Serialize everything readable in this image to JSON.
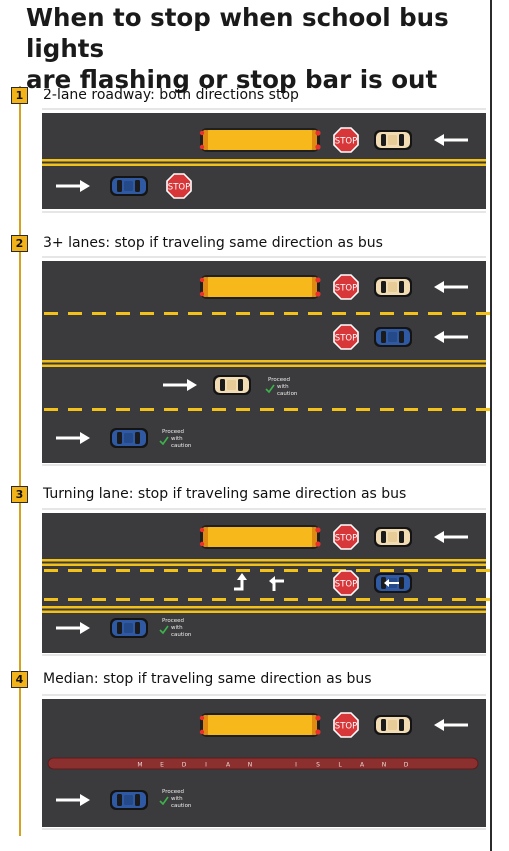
{
  "title": "When to stop when school bus lights are flashing or stop bar is out",
  "title_lines": [
    "When to stop when school bus lights",
    "are flashing or stop bar is out"
  ],
  "sections": [
    {
      "number": "1",
      "heading": "2-lane roadway: both directions stop"
    },
    {
      "number": "2",
      "heading": "3+ lanes: stop if traveling same direction as bus"
    },
    {
      "number": "3",
      "heading": "Turning lane: stop if traveling same direction as bus"
    },
    {
      "number": "4",
      "heading": "Median: stop if traveling same direction as bus"
    }
  ],
  "labels": {
    "stop": "STOP",
    "proceed": [
      "Proceed",
      "with",
      "caution"
    ],
    "median_island": [
      "M",
      "E",
      "D",
      "I",
      "A",
      "N",
      "I",
      "S",
      "L",
      "A",
      "N",
      "D"
    ]
  },
  "colors": {
    "road": "#3b3b3d",
    "lane_yellow": "#f2c21a",
    "bus": "#f7b81c",
    "stop_sign": "#d8373a",
    "car_beige": "#f2dcb4",
    "car_blue": "#2f5aa3",
    "badge": "#f2b31a",
    "median": "#8c2f2f",
    "check": "#3cb44b"
  },
  "icons": [
    "stop-sign-icon",
    "school-bus-icon",
    "car-icon",
    "direction-arrow-icon",
    "turn-arrow-icon",
    "checkmark-icon"
  ]
}
